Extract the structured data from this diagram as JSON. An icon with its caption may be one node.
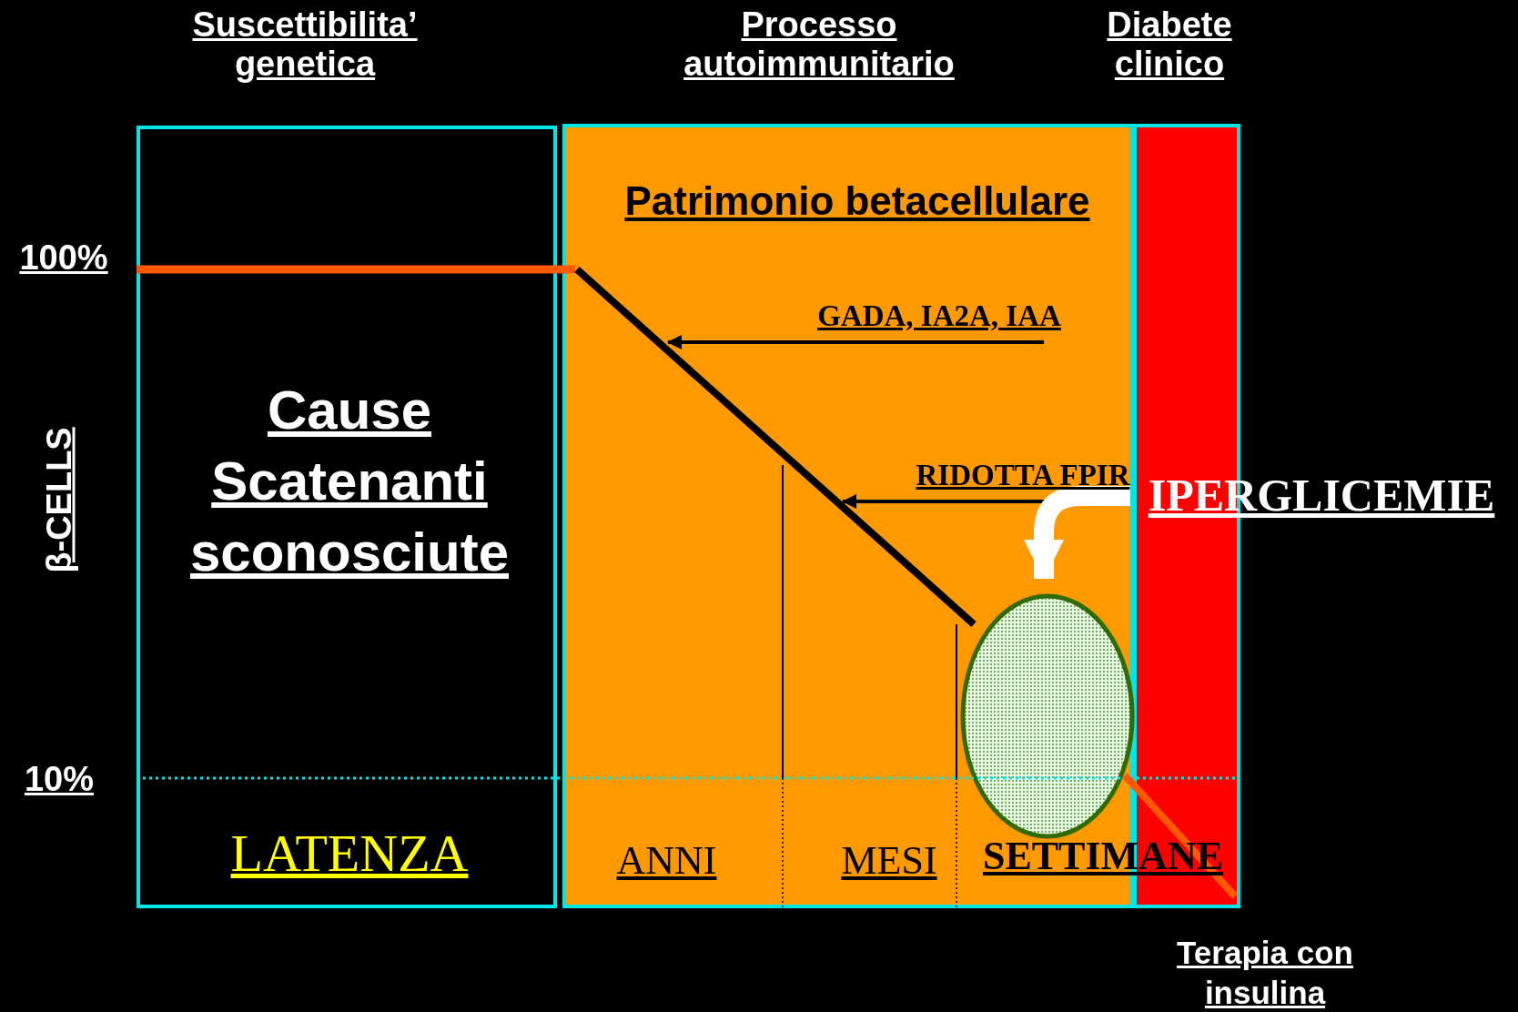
{
  "diagram": {
    "nodes": [
      {
        "text": [
          "Cause Scatenanti sconosciute",
          "LATENZA"
        ]
      },
      {
        "text": [
          "Patrimonio betacellulare"
        ]
      },
      {
        "text": [],
        "shape": "box"
      },
      {
        "text": [
          "GADA, IA2A, IAA"
        ],
        "in": 1
      },
      {
        "text": [
          "RIDOTTA FPIR"
        ],
        "in": 1
      },
      {
        "text": [
          "IPERGLICEMIE"
        ]
      },
      {
        "text": [],
        "shape": "ellipse",
        "in": 1
      }
    ],
    "edges": [
      {
        "from": 3,
        "to": null,
        "arrow": "to"
      },
      {
        "from": 4,
        "to": null,
        "arrow": "to"
      },
      {
        "from": 5,
        "to": 6,
        "arrow": "to",
        "style": "thick",
        "color": "#ffffff"
      }
    ],
    "labels": [
      "Suscettibilita’ genetica",
      "Processo autoimmunitario",
      "Diabete clinico",
      "100%",
      "β-CELLS",
      "10%",
      "ANNI",
      "MESI",
      "SETTIMANE",
      "Terapia con insulina"
    ]
  }
}
